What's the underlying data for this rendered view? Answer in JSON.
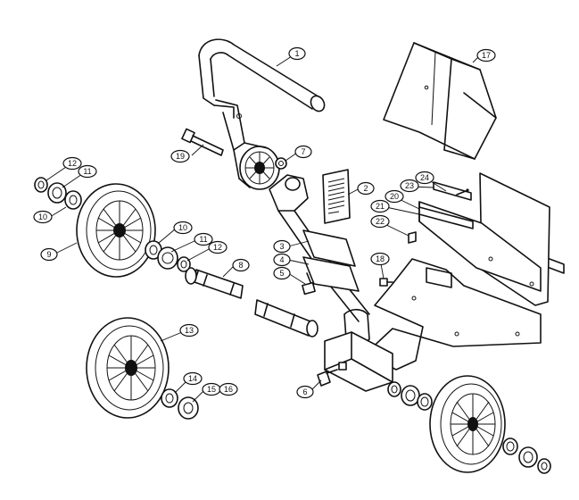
{
  "callouts": [
    {
      "id": "c1",
      "label": "1"
    },
    {
      "id": "c2",
      "label": "2"
    },
    {
      "id": "c3",
      "label": "3"
    },
    {
      "id": "c4",
      "label": "4"
    },
    {
      "id": "c5",
      "label": "5"
    },
    {
      "id": "c6",
      "label": "6"
    },
    {
      "id": "c7",
      "label": "7"
    },
    {
      "id": "c8",
      "label": "8"
    },
    {
      "id": "c9",
      "label": "9"
    },
    {
      "id": "c10a",
      "label": "10"
    },
    {
      "id": "c10b",
      "label": "10"
    },
    {
      "id": "c11a",
      "label": "11"
    },
    {
      "id": "c11b",
      "label": "11"
    },
    {
      "id": "c12a",
      "label": "12"
    },
    {
      "id": "c12b",
      "label": "12"
    },
    {
      "id": "c13",
      "label": "13"
    },
    {
      "id": "c14",
      "label": "14"
    },
    {
      "id": "c15",
      "label": "15"
    },
    {
      "id": "c16",
      "label": "16"
    },
    {
      "id": "c17",
      "label": "17"
    },
    {
      "id": "c18",
      "label": "18"
    },
    {
      "id": "c19",
      "label": "19"
    },
    {
      "id": "c20",
      "label": "20"
    },
    {
      "id": "c21",
      "label": "21"
    },
    {
      "id": "c22",
      "label": "22"
    },
    {
      "id": "c23",
      "label": "23"
    },
    {
      "id": "c24",
      "label": "24"
    }
  ]
}
